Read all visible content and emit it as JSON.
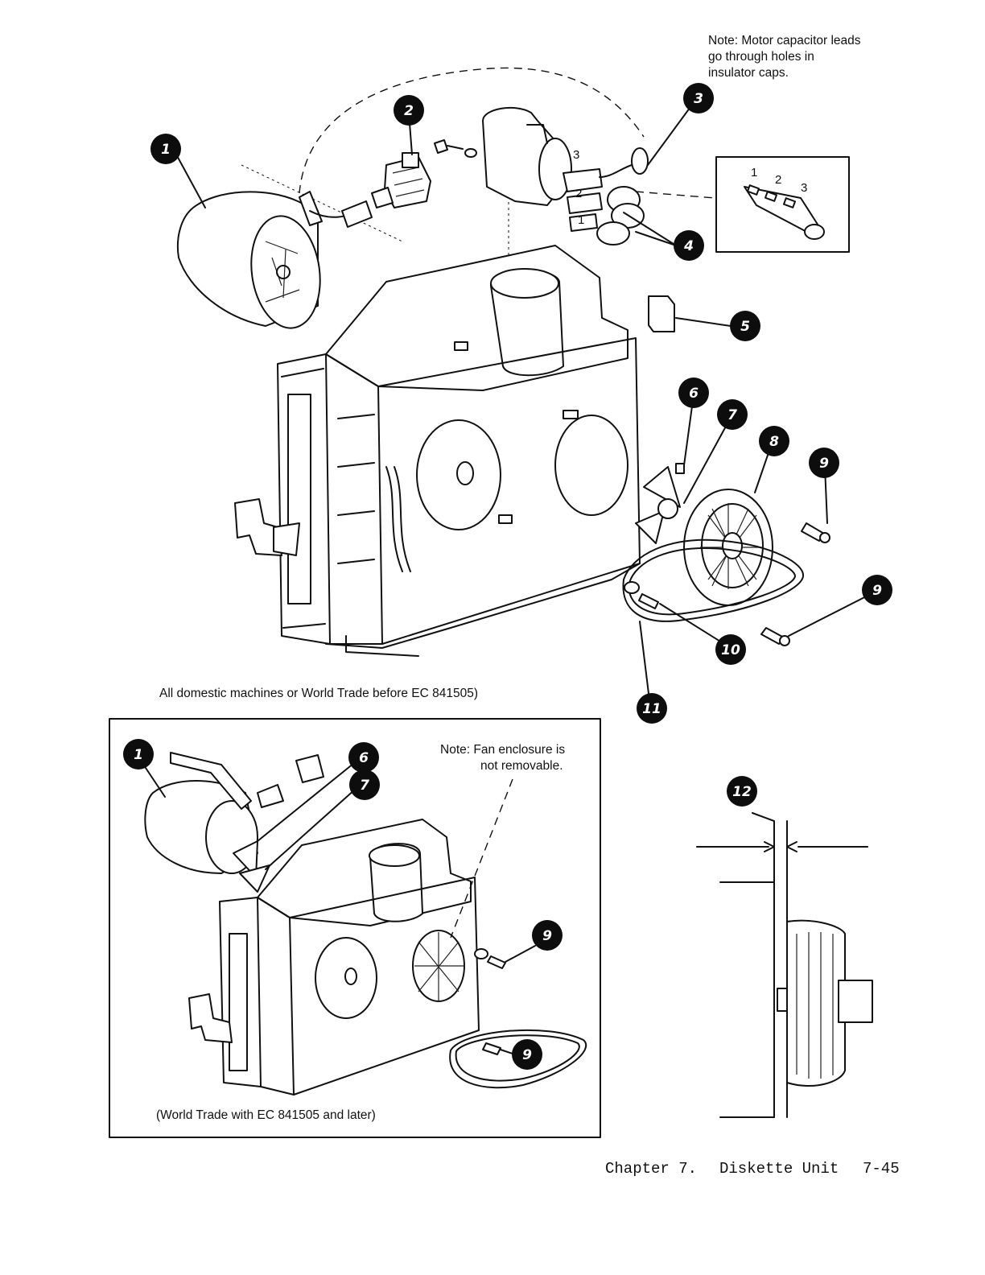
{
  "notes": {
    "motor_capacitor": "Note: Motor capacitor leads go through holes in insulator caps.",
    "fan_enclosure_line1": "Note: Fan enclosure is",
    "fan_enclosure_line2": "not removable."
  },
  "captions": {
    "domestic": "All domestic machines or World Trade before EC 841505)",
    "world_trade": "(World Trade with EC 841505 and later)"
  },
  "terminal_labels": [
    "1",
    "2",
    "3"
  ],
  "callouts": {
    "c1": "1",
    "c2": "2",
    "c3": "3",
    "c4": "4",
    "c5": "5",
    "c6": "6",
    "c7": "7",
    "c8": "8",
    "c9": "9",
    "c10": "10",
    "c11": "11",
    "c12": "12"
  },
  "footer": {
    "chapter": "Chapter 7.",
    "title": "Diskette Unit",
    "page": "7-45"
  },
  "colors": {
    "ink": "#111111",
    "paper": "#ffffff"
  }
}
